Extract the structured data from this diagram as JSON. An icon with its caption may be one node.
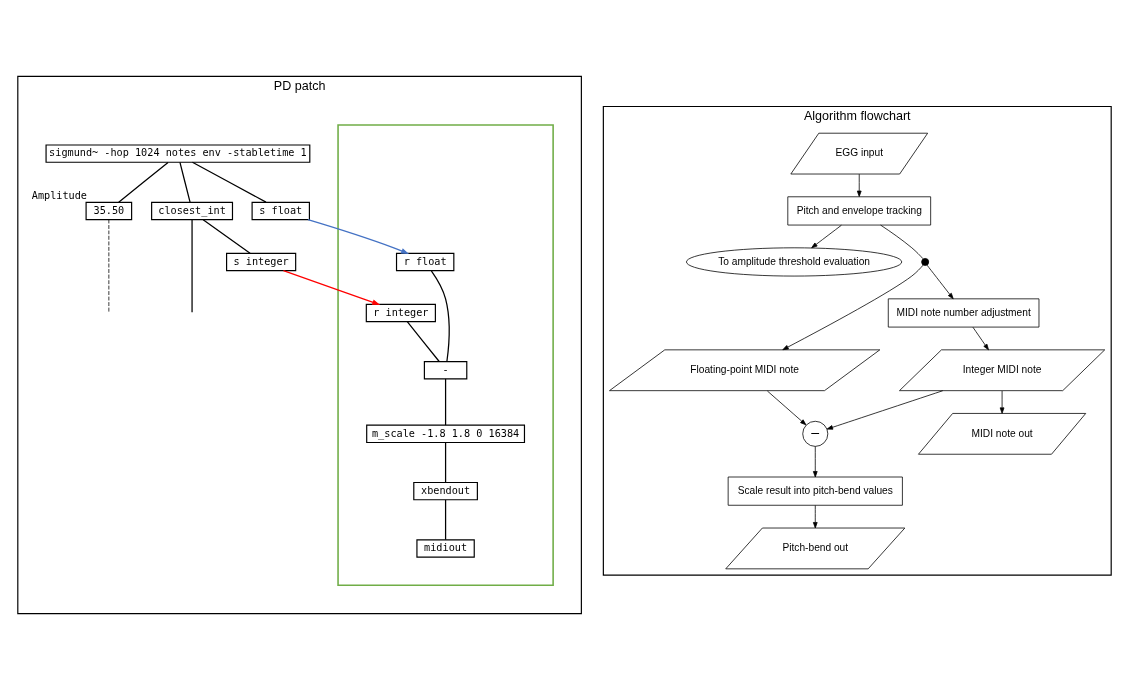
{
  "diagram": {
    "nodes": [
      {
        "text": [
          "PD patch"
        ]
      },
      {
        "text": [
          "sigmund~ -hop 1024 notes env -stabletime 1"
        ],
        "in": 0
      },
      {
        "text": [
          "s float"
        ],
        "in": 0
      },
      {
        "text": [
          "35.50"
        ],
        "in": 0,
        "beside": [
          "Amplitude"
        ]
      },
      {
        "text": [
          "closest_int"
        ],
        "in": 0
      },
      {
        "text": [
          "s integer"
        ],
        "in": 0
      },
      {
        "text": [],
        "shape": "box",
        "in": 0
      },
      {
        "text": [
          "r float"
        ],
        "in": 6
      },
      {
        "text": [
          "r integer"
        ],
        "in": 6
      },
      {
        "text": [
          "-"
        ],
        "in": 6
      },
      {
        "text": [
          "m_scale -1.8 1.8 0 16384"
        ],
        "in": 6
      },
      {
        "text": [
          "xbendout"
        ],
        "in": 6
      },
      {
        "text": [
          "midiout"
        ],
        "in": 6
      },
      {
        "text": [
          "Algorithm flowchart"
        ]
      },
      {
        "text": [
          "EGG input"
        ],
        "in": 13
      },
      {
        "text": [
          "Pitch and envelope tracking"
        ],
        "in": 13
      },
      {
        "text": [
          "To amplitude threshold evaluation"
        ],
        "in": 13
      },
      {
        "text": [],
        "shape": "circle",
        "in": 13
      },
      {
        "text": [
          "Floating-point MIDI note"
        ],
        "in": 13
      },
      {
        "text": [
          "MIDI note number adjustment"
        ],
        "in": 13
      },
      {
        "text": [
          "Integer MIDI note"
        ],
        "in": 13
      },
      {
        "text": [
          "–"
        ],
        "in": 13
      },
      {
        "text": [
          "Scale result into pitch-bend values"
        ],
        "in": 13
      },
      {
        "text": [
          "MIDI note out"
        ],
        "in": 13
      },
      {
        "text": [
          "Pitch-bend out"
        ],
        "in": 13
      }
    ],
    "edges": [
      {
        "from": 1,
        "to": 2,
        "arrow": "none"
      },
      {
        "from": 1,
        "to": 3,
        "arrow": "none"
      },
      {
        "from": 1,
        "to": 4,
        "arrow": "none"
      },
      {
        "from": 3,
        "to": null,
        "arrow": "none",
        "style": "dashed"
      },
      {
        "from": 4,
        "to": 5,
        "arrow": "none"
      },
      {
        "from": 4,
        "to": null,
        "arrow": "none"
      },
      {
        "from": 2,
        "to": 7,
        "arrow": "to",
        "color": "#4472c4"
      },
      {
        "from": 5,
        "to": 8,
        "arrow": "to",
        "color": "#ff0000"
      },
      {
        "from": 7,
        "to": 9,
        "arrow": "none"
      },
      {
        "from": 8,
        "to": 9,
        "arrow": "none"
      },
      {
        "from": 9,
        "to": 10,
        "arrow": "none"
      },
      {
        "from": 10,
        "to": 11,
        "arrow": "none"
      },
      {
        "from": 11,
        "to": 12,
        "arrow": "none"
      },
      {
        "from": 14,
        "to": 15,
        "arrow": "to"
      },
      {
        "from": 15,
        "to": 16,
        "arrow": "to"
      },
      {
        "from": 15,
        "to": 17,
        "arrow": "none"
      },
      {
        "from": 17,
        "to": 19,
        "arrow": "to"
      },
      {
        "from": 17,
        "to": 18,
        "arrow": "to"
      },
      {
        "from": 18,
        "to": 21,
        "arrow": "to"
      },
      {
        "from": 19,
        "to": 20,
        "arrow": "to"
      },
      {
        "from": 20,
        "to": 21,
        "arrow": "to"
      },
      {
        "from": 20,
        "to": 23,
        "arrow": "to"
      },
      {
        "from": 21,
        "to": 22,
        "arrow": "to"
      },
      {
        "from": 22,
        "to": 24,
        "arrow": "to"
      }
    ]
  }
}
